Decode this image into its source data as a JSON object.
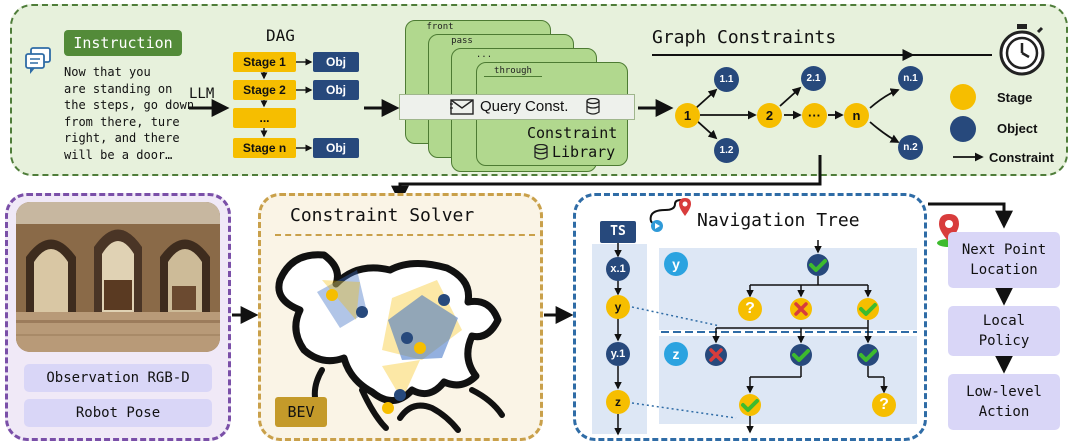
{
  "instruction": {
    "label": "Instruction",
    "text_lines": [
      "Now that you",
      "are standing on",
      "the steps, go down",
      "from there, ture",
      "right, and there",
      "will be a door…"
    ]
  },
  "llm_label": "LLM",
  "dag": {
    "title": "DAG",
    "stages": [
      "Stage 1",
      "Stage 2",
      "...",
      "Stage n"
    ],
    "obj_label": "Obj"
  },
  "constraint_library": {
    "cards": [
      "front",
      "pass",
      "...",
      "through"
    ],
    "query_label": "Query Const.",
    "library_label": "Constraint",
    "library_label2": "Library"
  },
  "graph_constraints": {
    "title": "Graph Constraints",
    "nodes": {
      "s1": "1",
      "s2": "2",
      "dots": "···",
      "sn": "n",
      "o11": "1.1",
      "o12": "1.2",
      "o21": "2.1",
      "on1": "n.1",
      "on2": "n.2"
    }
  },
  "legend": {
    "stage": "Stage",
    "object": "Object",
    "constraint": "Constraint"
  },
  "observation": {
    "rgbd": "Observation RGB-D",
    "pose": "Robot Pose"
  },
  "solver": {
    "title": "Constraint Solver",
    "bev": "BEV"
  },
  "nav_tree": {
    "title": "Navigation Tree",
    "ts": "TS",
    "chain": [
      "x.1",
      "y",
      "y.1",
      "z"
    ],
    "level_y": "y",
    "level_z": "z",
    "question": "?"
  },
  "actions": {
    "next_point": "Next Point Location",
    "local_policy": "Local Policy",
    "low_level": "Low-level Action"
  },
  "colors": {
    "green_border": "#4f7d3a",
    "green_bg": "#e7f1dc",
    "stage": "#f6be00",
    "object": "#27497c",
    "purple": "#7a4fa8",
    "gold": "#c9a04a",
    "blue": "#2f6ca6",
    "check": "#3dbb2e",
    "cross": "#d83c3c"
  }
}
